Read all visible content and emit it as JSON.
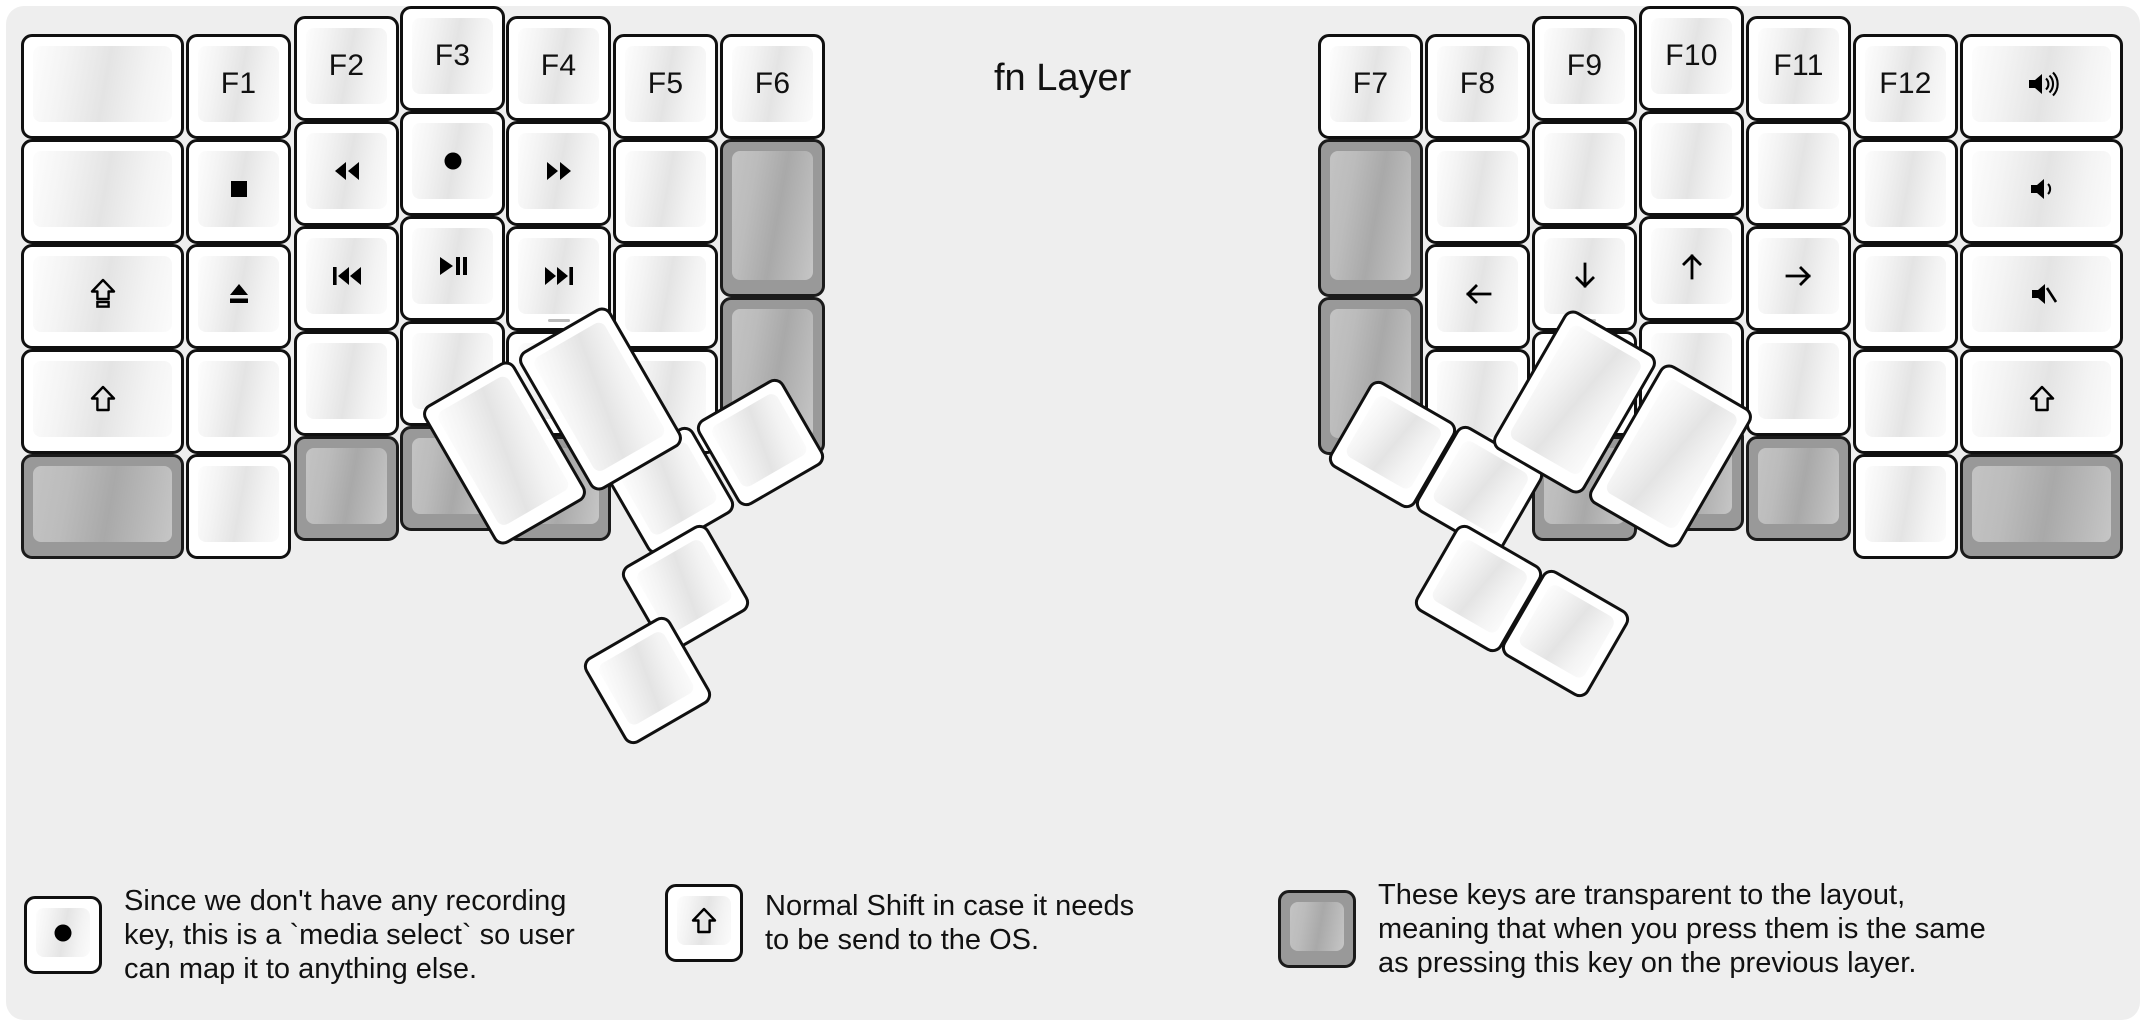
{
  "title": "fn Layer",
  "colors": {
    "background": "#eeeeee",
    "key_face": "#ffffff",
    "key_outline": "#101010",
    "transparent_key": "#999999",
    "text": "#111111"
  },
  "left_half": {
    "columns": [
      {
        "name": "col-outer-left",
        "keys": [
          {
            "label": "",
            "icon": "",
            "type": "normal"
          },
          {
            "label": "",
            "icon": "",
            "type": "normal"
          },
          {
            "label": "",
            "icon": "caps-lock-icon",
            "type": "normal"
          },
          {
            "label": "",
            "icon": "shift-icon",
            "type": "normal"
          },
          {
            "label": "",
            "icon": "",
            "type": "transparent"
          }
        ]
      },
      {
        "name": "col-f1",
        "keys": [
          {
            "label": "F1",
            "icon": "",
            "type": "normal"
          },
          {
            "label": "",
            "icon": "media-stop-icon",
            "type": "normal"
          },
          {
            "label": "",
            "icon": "media-eject-icon",
            "type": "normal"
          },
          {
            "label": "",
            "icon": "",
            "type": "normal"
          },
          {
            "label": "",
            "icon": "",
            "type": "normal"
          }
        ]
      },
      {
        "name": "col-f2",
        "keys": [
          {
            "label": "F2",
            "icon": "",
            "type": "normal"
          },
          {
            "label": "",
            "icon": "media-rewind-icon",
            "type": "normal"
          },
          {
            "label": "",
            "icon": "media-previous-icon",
            "type": "normal"
          },
          {
            "label": "",
            "icon": "",
            "type": "normal"
          },
          {
            "label": "",
            "icon": "",
            "type": "transparent"
          }
        ]
      },
      {
        "name": "col-f3",
        "keys": [
          {
            "label": "F3",
            "icon": "",
            "type": "normal"
          },
          {
            "label": "",
            "icon": "media-record-icon",
            "type": "normal"
          },
          {
            "label": "",
            "icon": "media-play-pause-icon",
            "type": "normal"
          },
          {
            "label": "",
            "icon": "",
            "type": "normal"
          },
          {
            "label": "",
            "icon": "",
            "type": "transparent"
          }
        ]
      },
      {
        "name": "col-f4",
        "keys": [
          {
            "label": "F4",
            "icon": "",
            "type": "normal"
          },
          {
            "label": "",
            "icon": "media-fast-forward-icon",
            "type": "normal"
          },
          {
            "label": "",
            "icon": "media-next-icon",
            "type": "normal",
            "homing": true
          },
          {
            "label": "",
            "icon": "",
            "type": "normal"
          },
          {
            "label": "",
            "icon": "",
            "type": "transparent"
          }
        ]
      },
      {
        "name": "col-f5",
        "keys": [
          {
            "label": "F5",
            "icon": "",
            "type": "normal"
          },
          {
            "label": "",
            "icon": "",
            "type": "normal"
          },
          {
            "label": "",
            "icon": "",
            "type": "normal"
          },
          {
            "label": "",
            "icon": "",
            "type": "normal"
          }
        ]
      },
      {
        "name": "col-f6",
        "keys": [
          {
            "label": "F6",
            "icon": "",
            "type": "normal"
          },
          {
            "label": "",
            "icon": "",
            "type": "transparent"
          },
          {
            "label": "",
            "icon": "",
            "type": "transparent"
          }
        ]
      }
    ]
  },
  "right_half": {
    "columns": [
      {
        "name": "col-f7",
        "keys": [
          {
            "label": "F7",
            "icon": "",
            "type": "normal"
          },
          {
            "label": "",
            "icon": "",
            "type": "transparent"
          },
          {
            "label": "",
            "icon": "",
            "type": "transparent"
          }
        ]
      },
      {
        "name": "col-f8",
        "keys": [
          {
            "label": "F8",
            "icon": "",
            "type": "normal"
          },
          {
            "label": "",
            "icon": "",
            "type": "normal"
          },
          {
            "label": "",
            "icon": "arrow-left-icon",
            "type": "normal"
          },
          {
            "label": "",
            "icon": "",
            "type": "normal"
          }
        ]
      },
      {
        "name": "col-f9",
        "keys": [
          {
            "label": "F9",
            "icon": "",
            "type": "normal"
          },
          {
            "label": "",
            "icon": "",
            "type": "normal"
          },
          {
            "label": "",
            "icon": "arrow-down-icon",
            "type": "normal",
            "homing": true
          },
          {
            "label": "",
            "icon": "",
            "type": "normal"
          },
          {
            "label": "",
            "icon": "",
            "type": "transparent"
          }
        ]
      },
      {
        "name": "col-f10",
        "keys": [
          {
            "label": "F10",
            "icon": "",
            "type": "normal"
          },
          {
            "label": "",
            "icon": "",
            "type": "normal"
          },
          {
            "label": "",
            "icon": "arrow-up-icon",
            "type": "normal"
          },
          {
            "label": "",
            "icon": "",
            "type": "normal"
          },
          {
            "label": "",
            "icon": "",
            "type": "transparent"
          }
        ]
      },
      {
        "name": "col-f11",
        "keys": [
          {
            "label": "F11",
            "icon": "",
            "type": "normal"
          },
          {
            "label": "",
            "icon": "",
            "type": "normal"
          },
          {
            "label": "",
            "icon": "arrow-right-icon",
            "type": "normal"
          },
          {
            "label": "",
            "icon": "",
            "type": "normal"
          },
          {
            "label": "",
            "icon": "",
            "type": "transparent"
          }
        ]
      },
      {
        "name": "col-f12",
        "keys": [
          {
            "label": "F12",
            "icon": "",
            "type": "normal"
          },
          {
            "label": "",
            "icon": "",
            "type": "normal"
          },
          {
            "label": "",
            "icon": "",
            "type": "normal"
          },
          {
            "label": "",
            "icon": "",
            "type": "normal"
          },
          {
            "label": "",
            "icon": "",
            "type": "normal"
          }
        ]
      },
      {
        "name": "col-outer-right",
        "keys": [
          {
            "label": "",
            "icon": "volume-up-icon",
            "type": "normal"
          },
          {
            "label": "",
            "icon": "volume-down-icon",
            "type": "normal"
          },
          {
            "label": "",
            "icon": "volume-mute-icon",
            "type": "normal"
          },
          {
            "label": "",
            "icon": "shift-icon",
            "type": "normal"
          },
          {
            "label": "",
            "icon": "",
            "type": "transparent"
          }
        ]
      }
    ]
  },
  "thumb_left": {
    "name": "left-thumb-cluster",
    "keys": [
      {
        "label": "",
        "type": "normal"
      },
      {
        "label": "",
        "type": "normal"
      },
      {
        "label": "",
        "type": "normal"
      },
      {
        "label": "",
        "type": "normal"
      },
      {
        "label": "",
        "type": "normal"
      },
      {
        "label": "",
        "type": "normal"
      }
    ]
  },
  "thumb_right": {
    "name": "right-thumb-cluster",
    "keys": [
      {
        "label": "",
        "type": "normal"
      },
      {
        "label": "",
        "type": "normal"
      },
      {
        "label": "",
        "type": "normal"
      },
      {
        "label": "",
        "type": "normal"
      },
      {
        "label": "",
        "type": "normal"
      },
      {
        "label": "",
        "type": "normal"
      }
    ]
  },
  "legend": [
    {
      "icon": "media-record-icon",
      "key_type": "normal",
      "text": "Since we don't have any recording\nkey, this is a `media select` so user\ncan map it to anything else."
    },
    {
      "icon": "shift-icon",
      "key_type": "normal",
      "text": "Normal Shift in case it needs\nto be send to the OS."
    },
    {
      "icon": "",
      "key_type": "transparent",
      "text": "These keys are transparent to the layout,\nmeaning that when you press them is the same\nas pressing this key on the previous layer."
    }
  ]
}
